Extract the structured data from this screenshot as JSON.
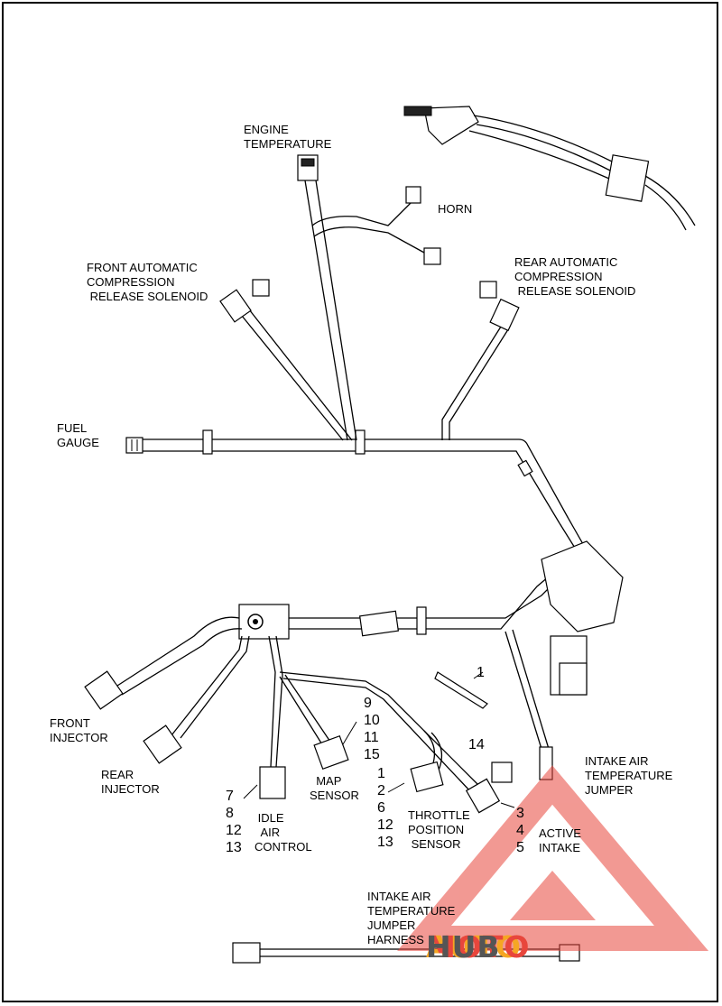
{
  "labels": {
    "engine_temperature": "ENGINE\nTEMPERATURE",
    "horn": "HORN",
    "front_acr": "FRONT AUTOMATIC\nCOMPRESSION\n RELEASE SOLENOID",
    "rear_acr": "REAR AUTOMATIC\nCOMPRESSION\n RELEASE SOLENOID",
    "fuel_gauge": "FUEL\nGAUGE",
    "front_injector": "FRONT\nINJECTOR",
    "rear_injector": "REAR\nINJECTOR",
    "idle_air_control": " IDLE\n  AIR\nCONTROL",
    "map_sensor": "  MAP\nSENSOR",
    "throttle_position_sensor": "THROTTLE\nPOSITION\n SENSOR",
    "active_intake": "ACTIVE\nINTAKE",
    "intake_air_temp_jumper": "INTAKE AIR\nTEMPERATURE\nJUMPER",
    "intake_air_temp_jumper_harness": "INTAKE AIR\nTEMPERATURE\nJUMPER\nHARNESS"
  },
  "callouts": {
    "c1": "1",
    "c14": "14",
    "group_map": "9\n10\n11\n15",
    "group_tps": "1\n2\n6\n12\n13",
    "group_iac": "7\n8\n12\n13",
    "group_active": "3\n4\n5"
  },
  "watermark": {
    "part1": "AUTO",
    "part2": "MOTO",
    "part3": "HUB",
    "colors": {
      "orange": "#f5a623",
      "red": "#e8463c",
      "gray": "#555555"
    }
  }
}
